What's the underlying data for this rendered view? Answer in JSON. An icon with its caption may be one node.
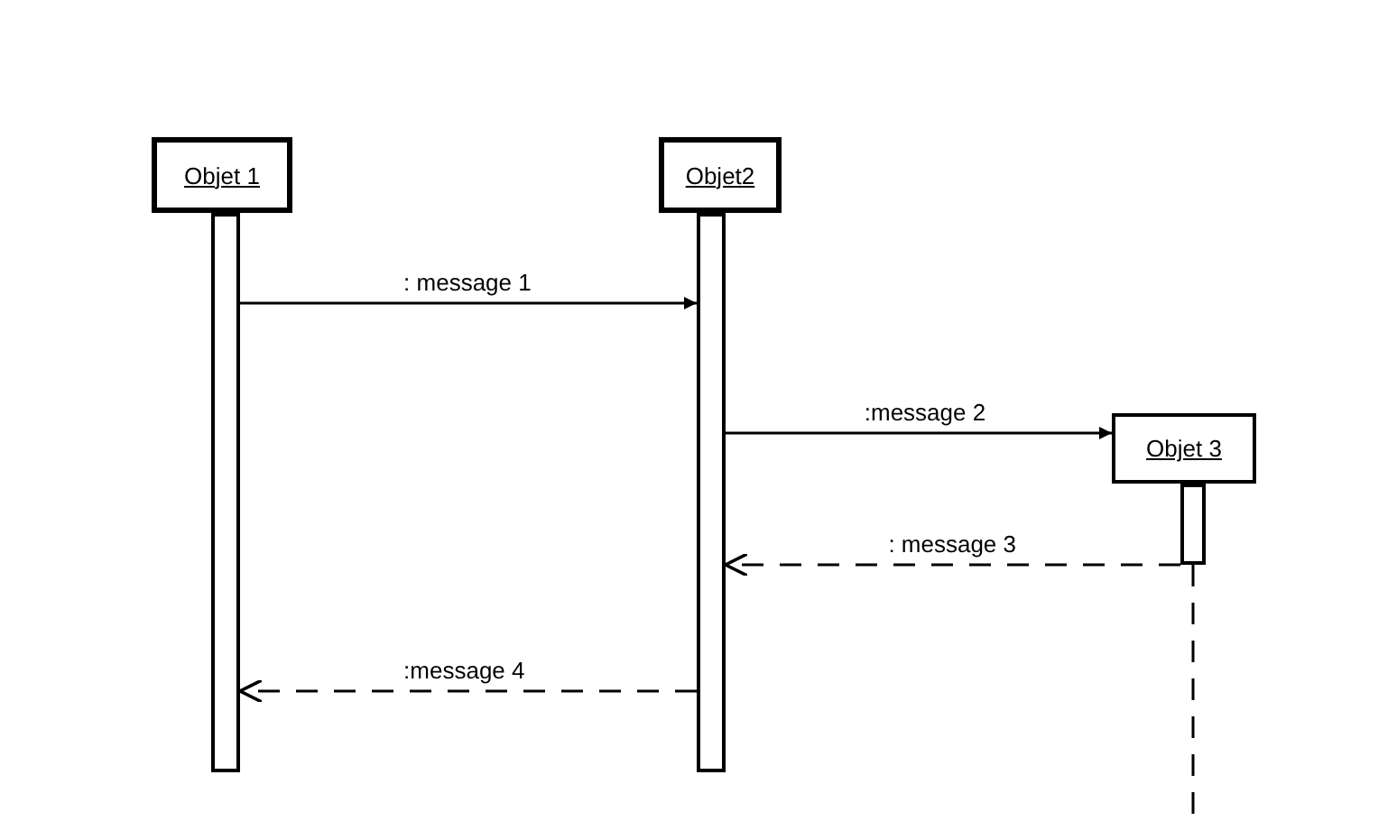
{
  "diagram": {
    "nodes": [
      {
        "text": [
          "Objet 1"
        ]
      },
      {
        "text": [
          "Objet2"
        ]
      },
      {
        "text": [
          "Objet 3"
        ]
      },
      {
        "text": [],
        "shape": "bar"
      },
      {
        "text": [],
        "shape": "bar"
      },
      {
        "text": [],
        "shape": "bar"
      }
    ],
    "edges": [
      {
        "from": 3,
        "to": 4,
        "arrow": "to",
        "label": ": message 1"
      },
      {
        "from": 4,
        "to": 2,
        "arrow": "to",
        "label": ":message 2"
      },
      {
        "from": 5,
        "to": 4,
        "arrow": "to",
        "label": ": message 3",
        "style": "dashed"
      },
      {
        "from": 4,
        "to": 3,
        "arrow": "to",
        "label": ":message 4",
        "style": "dashed"
      },
      {
        "from": 5,
        "to": null,
        "arrow": "none",
        "style": "dashed"
      }
    ]
  }
}
